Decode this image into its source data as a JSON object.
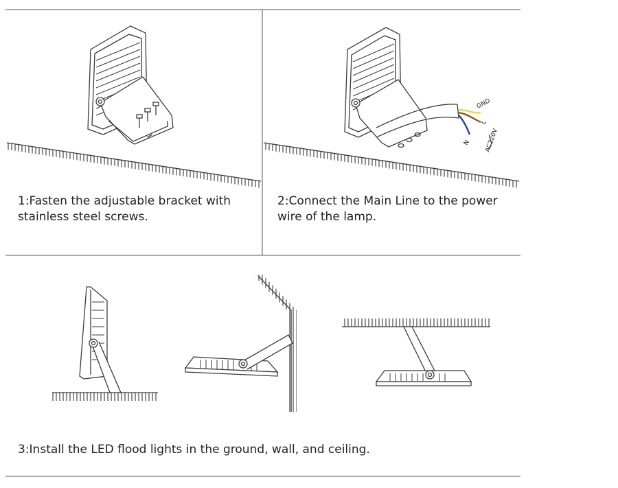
{
  "steps": [
    {
      "caption": "1:Fasten the adjustable bracket with stainless steel screws."
    },
    {
      "caption": "2:Connect the Main Line to the power wire of the lamp."
    },
    {
      "caption": "3:Install the LED flood lights in the ground, wall, and ceiling."
    }
  ],
  "wires": {
    "ground": "GND",
    "live": "L",
    "neutral": "N",
    "voltage": "AC220V"
  },
  "colors": {
    "line": "#3a3a3a",
    "wire_yellow": "#e8d84a",
    "wire_brown": "#9b4a2a",
    "wire_blue": "#2d3ea8"
  }
}
